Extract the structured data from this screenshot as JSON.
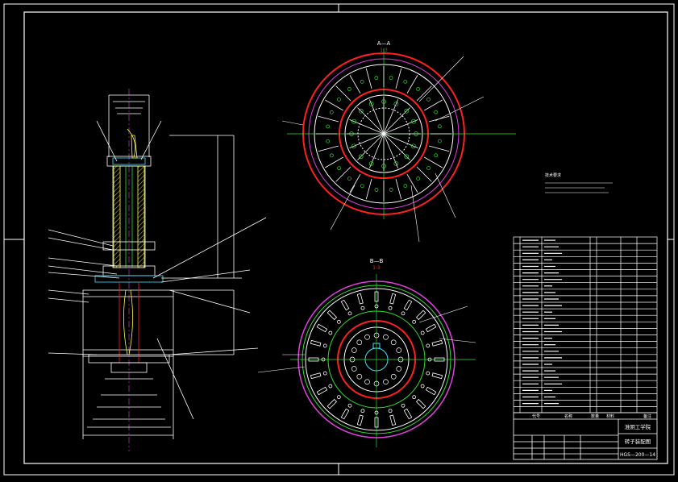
{
  "views": {
    "section_aa": {
      "title": "A—A",
      "scale": "1:3"
    },
    "section_bb": {
      "title": "B—B",
      "scale": "1:3"
    }
  },
  "notes": {
    "heading": "技术要求",
    "lines": [
      "1.",
      "2.",
      "3."
    ]
  },
  "title_block": {
    "school": "淮阴工学院",
    "part_name": "转子装配图",
    "drawing_no": "HGS—200—14",
    "material_header": "材料",
    "name_header": "名称",
    "code_header": "代号",
    "qty_header": "数量",
    "remark_header": "备注"
  },
  "colors": {
    "background": "#000000",
    "line": "#ffffff",
    "red": "#ff2020",
    "green": "#30e030",
    "magenta": "#e040e0",
    "yellow": "#ffff40",
    "cyan": "#40e0ff"
  }
}
